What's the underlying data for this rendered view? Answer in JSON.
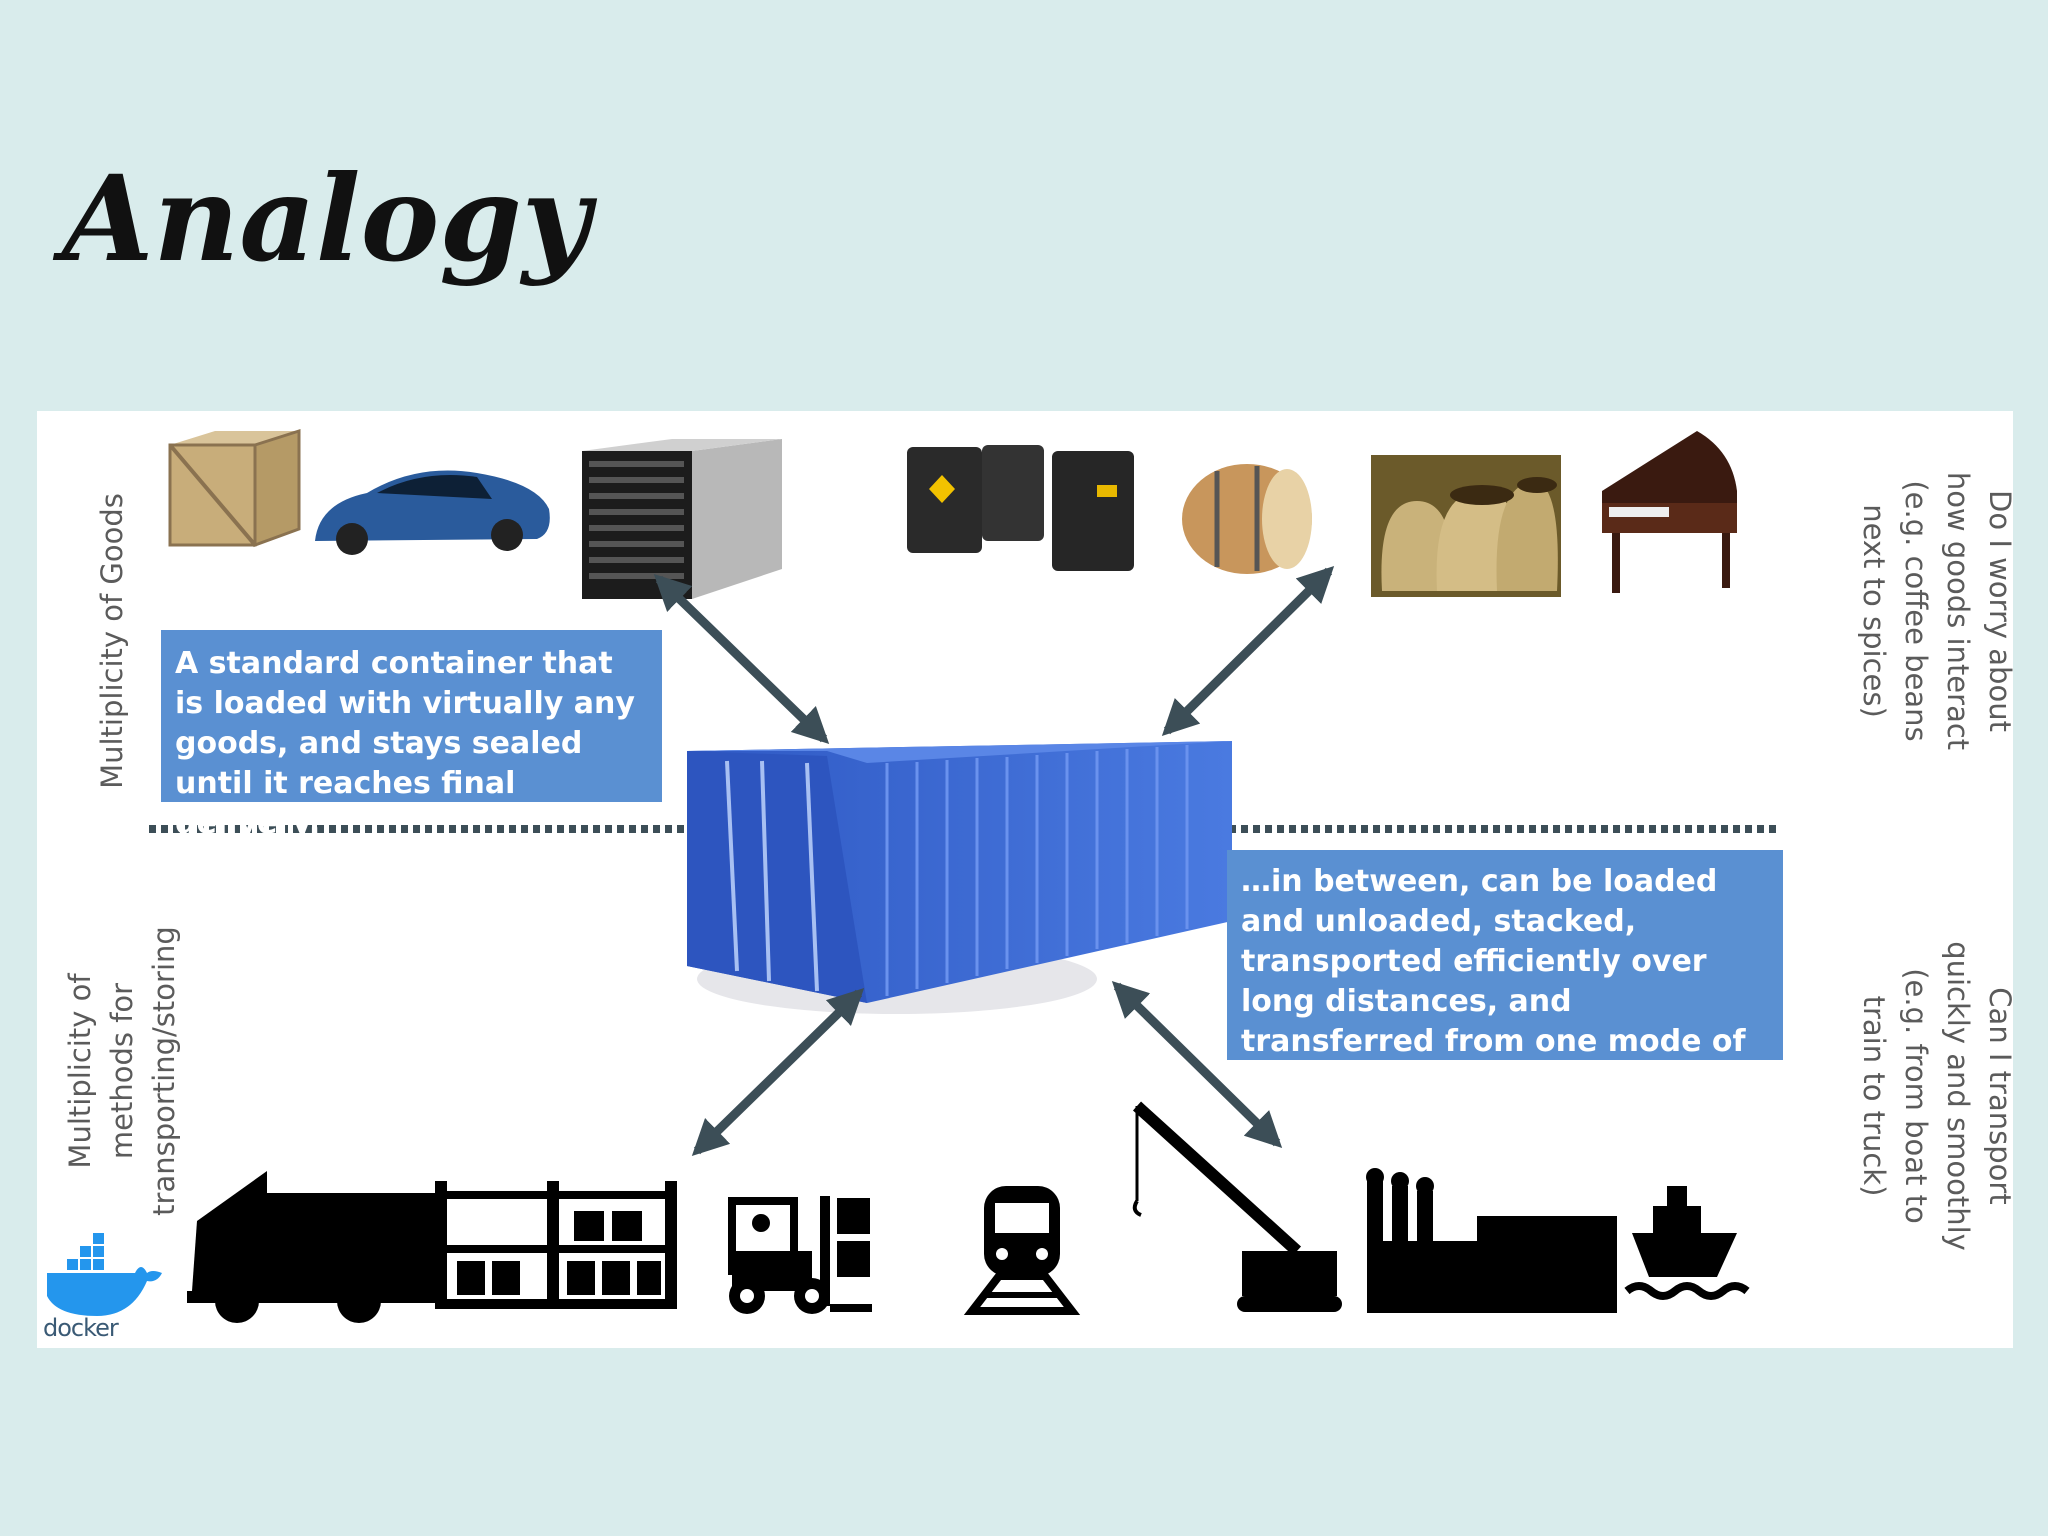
{
  "slide": {
    "title": "Analogy"
  },
  "diagram": {
    "left_label": "Multiplicity of Goods",
    "left_bottom_label": "Multiplicity of\nmethods for\ntransporting/storing",
    "right_top_label": "Do I worry about\nhow goods interact\n(e.g. coffee beans\nnext to spices)",
    "right_bottom_label": "Can I transport\nquickly and smoothly\n(e.g. from boat to\ntrain to truck)",
    "box_top": "A standard container that is loaded with virtually any goods, and stays sealed until it reaches final delivery.",
    "box_bottom": "…in between, can be loaded and unloaded, stacked, transported efficiently over long distances, and transferred from one mode of transport to another",
    "logo_text": "docker",
    "goods_icons": [
      "crate-icon",
      "car-icon",
      "server-rack-icon",
      "oil-barrels-icon",
      "wooden-barrel-icon",
      "sacks-icon",
      "piano-icon"
    ],
    "transport_icons": [
      "truck-icon",
      "warehouse-shelves-icon",
      "forklift-icon",
      "train-icon",
      "crane-icon",
      "factory-icon",
      "ship-icon"
    ],
    "colors": {
      "background": "#d9ecec",
      "panel": "#ffffff",
      "info_box": "#5a90d2",
      "container": "#3a66d0",
      "arrow": "#3c4e57"
    }
  }
}
